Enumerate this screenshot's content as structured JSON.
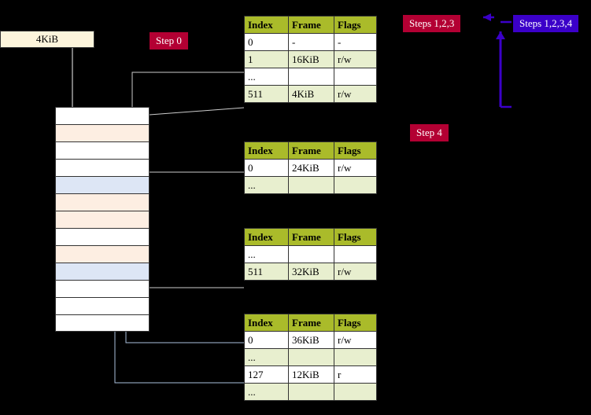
{
  "memory_label": "4KiB",
  "steps": {
    "step0": "Step 0",
    "step123": "Steps 1,2,3",
    "step1234": "Steps 1,2,3,4",
    "step4": "Step 4"
  },
  "headers": [
    "Index",
    "Frame",
    "Flags"
  ],
  "tables": [
    {
      "name": "pml4-table",
      "rows": [
        {
          "index": "0",
          "frame": "-",
          "flags": "-",
          "shade": "white"
        },
        {
          "index": "1",
          "frame": "16KiB",
          "flags": "r/w",
          "shade": "green"
        },
        {
          "index": "...",
          "frame": "",
          "flags": "",
          "shade": "white"
        },
        {
          "index": "511",
          "frame": "4KiB",
          "flags": "r/w",
          "shade": "green"
        }
      ]
    },
    {
      "name": "pdpt-table",
      "rows": [
        {
          "index": "0",
          "frame": "24KiB",
          "flags": "r/w",
          "shade": "white"
        },
        {
          "index": "...",
          "frame": "",
          "flags": "",
          "shade": "green"
        }
      ]
    },
    {
      "name": "pd-table",
      "rows": [
        {
          "index": "...",
          "frame": "",
          "flags": "",
          "shade": "white"
        },
        {
          "index": "511",
          "frame": "32KiB",
          "flags": "r/w",
          "shade": "green"
        }
      ]
    },
    {
      "name": "pt-table",
      "rows": [
        {
          "index": "0",
          "frame": "36KiB",
          "flags": "r/w",
          "shade": "white"
        },
        {
          "index": "...",
          "frame": "",
          "flags": "",
          "shade": "green"
        },
        {
          "index": "127",
          "frame": "12KiB",
          "flags": "r",
          "shade": "white"
        },
        {
          "index": "...",
          "frame": "",
          "flags": "",
          "shade": "green"
        }
      ]
    }
  ],
  "memory_rows": [
    {
      "fill": "#ffffff"
    },
    {
      "fill": "#fdeee2"
    },
    {
      "fill": "#ffffff"
    },
    {
      "fill": "#ffffff"
    },
    {
      "fill": "#dde6f5"
    },
    {
      "fill": "#fdeee2"
    },
    {
      "fill": "#fdeee2"
    },
    {
      "fill": "#ffffff"
    },
    {
      "fill": "#fdeee2"
    },
    {
      "fill": "#dde6f5"
    },
    {
      "fill": "#ffffff"
    },
    {
      "fill": "#ffffff"
    },
    {
      "fill": "#ffffff"
    }
  ],
  "colors": {
    "header_green": "#aabb2a",
    "row_green": "#e8efcf",
    "crimson": "#b30033",
    "blue": "#3b00c9",
    "cream": "#fdf5dc",
    "peach": "#fdeee2",
    "lightblue": "#dde6f5"
  }
}
